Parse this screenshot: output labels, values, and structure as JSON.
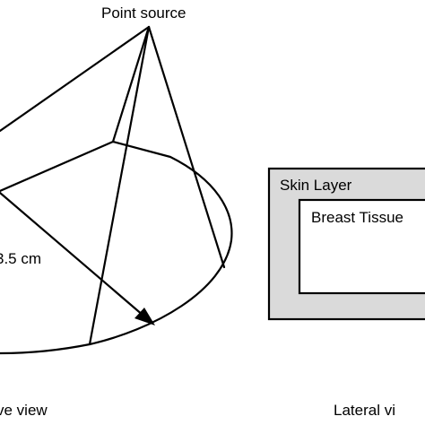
{
  "figure": {
    "labels": {
      "point_source": "Point source",
      "radius": "3.5 cm",
      "skin_layer": "Skin Layer",
      "breast_tissue": "Breast Tissue",
      "left_caption": "ve view",
      "right_caption": "Lateral vi"
    },
    "colors": {
      "line": "#000000",
      "skin_fill": "#dadada",
      "tissue_fill": "#ffffff",
      "background": "#ffffff"
    }
  }
}
